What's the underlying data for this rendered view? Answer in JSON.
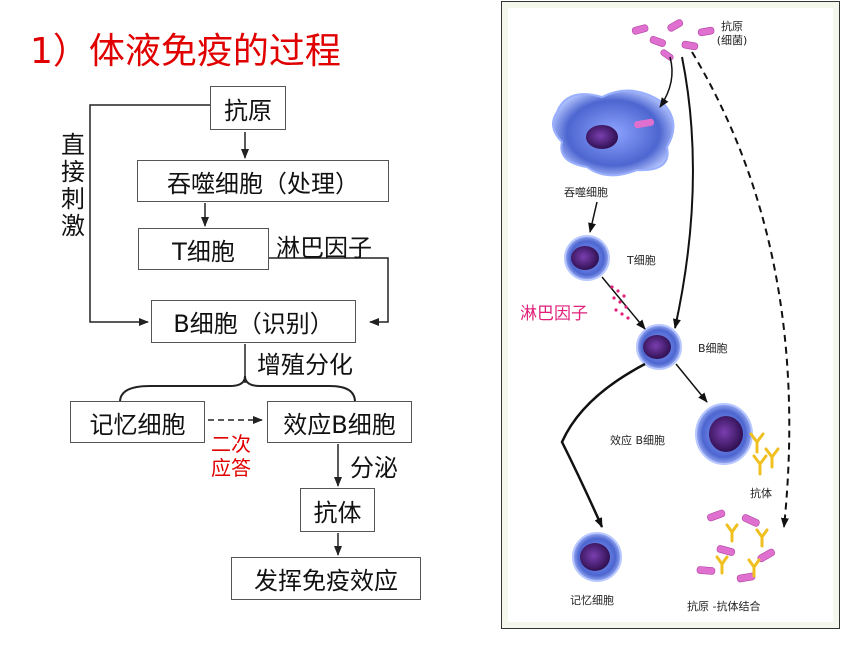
{
  "title": "1）体液免疫的过程",
  "flow": {
    "antigen": "抗原",
    "phagocyte": "吞噬细胞（处理）",
    "t_cell": "T细胞",
    "lymphokine": "淋巴因子",
    "b_cell": "B细胞（识别）",
    "proliferate": "增殖分化",
    "memory_cell": "记忆细胞",
    "effector_b": "效应B细胞",
    "secondary": "二次应答",
    "secrete": "分泌",
    "antibody": "抗体",
    "effect": "发挥免疫效应",
    "direct": "直接刺激"
  },
  "panel": {
    "antigen": "抗原",
    "bacteria": "(细菌)",
    "phagocyte": "吞噬细胞",
    "t_cell": "T细胞",
    "lymphokine": "淋巴因子",
    "b_cell": "B细胞",
    "effector_b": "效应 B细胞",
    "antibody": "抗体",
    "memory": "记忆细胞",
    "complex": "抗原 -抗体结合"
  },
  "colors": {
    "title": "#e00000",
    "annotation": "#e00000",
    "lymphokine_label": "#e0207a",
    "antigen": "#e070d0",
    "antibody": "#f0c020",
    "cell": "#5060c8",
    "nucleus": "#3a1460"
  }
}
